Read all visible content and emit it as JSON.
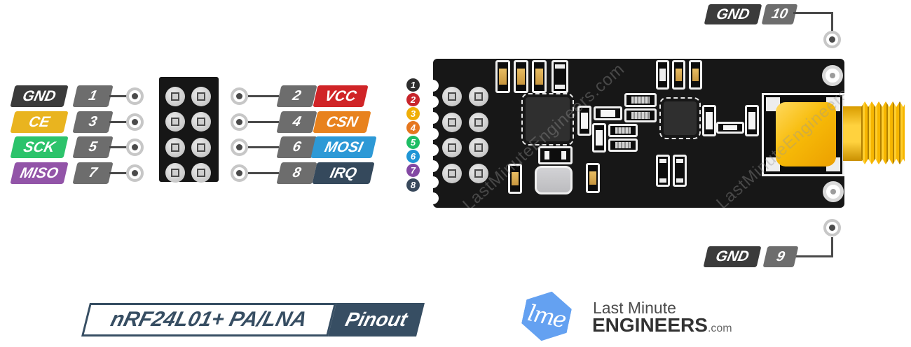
{
  "title": {
    "name": "nRF24L01+ PA/LNA",
    "suffix": "Pinout"
  },
  "pinout": {
    "left": [
      {
        "label": "GND",
        "pin": "1",
        "color": "#3b3b3b"
      },
      {
        "label": "CE",
        "pin": "3",
        "color": "#e9b41f"
      },
      {
        "label": "SCK",
        "pin": "5",
        "color": "#2cc36b"
      },
      {
        "label": "MISO",
        "pin": "7",
        "color": "#9254a8"
      }
    ],
    "right": [
      {
        "label": "VCC",
        "pin": "2",
        "color": "#d02427"
      },
      {
        "label": "CSN",
        "pin": "4",
        "color": "#e8821e"
      },
      {
        "label": "MOSI",
        "pin": "6",
        "color": "#2d99d6"
      },
      {
        "label": "IRQ",
        "pin": "8",
        "color": "#35495c"
      }
    ]
  },
  "module": {
    "markers": [
      {
        "num": "1",
        "color": "#2d2d2d"
      },
      {
        "num": "2",
        "color": "#c8252b"
      },
      {
        "num": "3",
        "color": "#efae07"
      },
      {
        "num": "4",
        "color": "#e5761e"
      },
      {
        "num": "5",
        "color": "#1dbd64"
      },
      {
        "num": "6",
        "color": "#1e95d5"
      },
      {
        "num": "7",
        "color": "#8348a3"
      },
      {
        "num": "8",
        "color": "#39495c"
      }
    ],
    "gnd_top": {
      "label": "GND",
      "pin": "10",
      "color": "#3b3b3b"
    },
    "gnd_bottom": {
      "label": "GND",
      "pin": "9",
      "color": "#3b3b3b"
    },
    "watermark": "LastMinuteEngineers.com"
  },
  "logo": {
    "monogram": "lme",
    "line1": "Last Minute",
    "line2": "ENGINEERS",
    "domain": ".com"
  },
  "colors": {
    "navy": "#374e63",
    "logo_blue": "#64a1f1",
    "badge_gray": "#6d6d6d",
    "wire": "#4a4a4a"
  }
}
